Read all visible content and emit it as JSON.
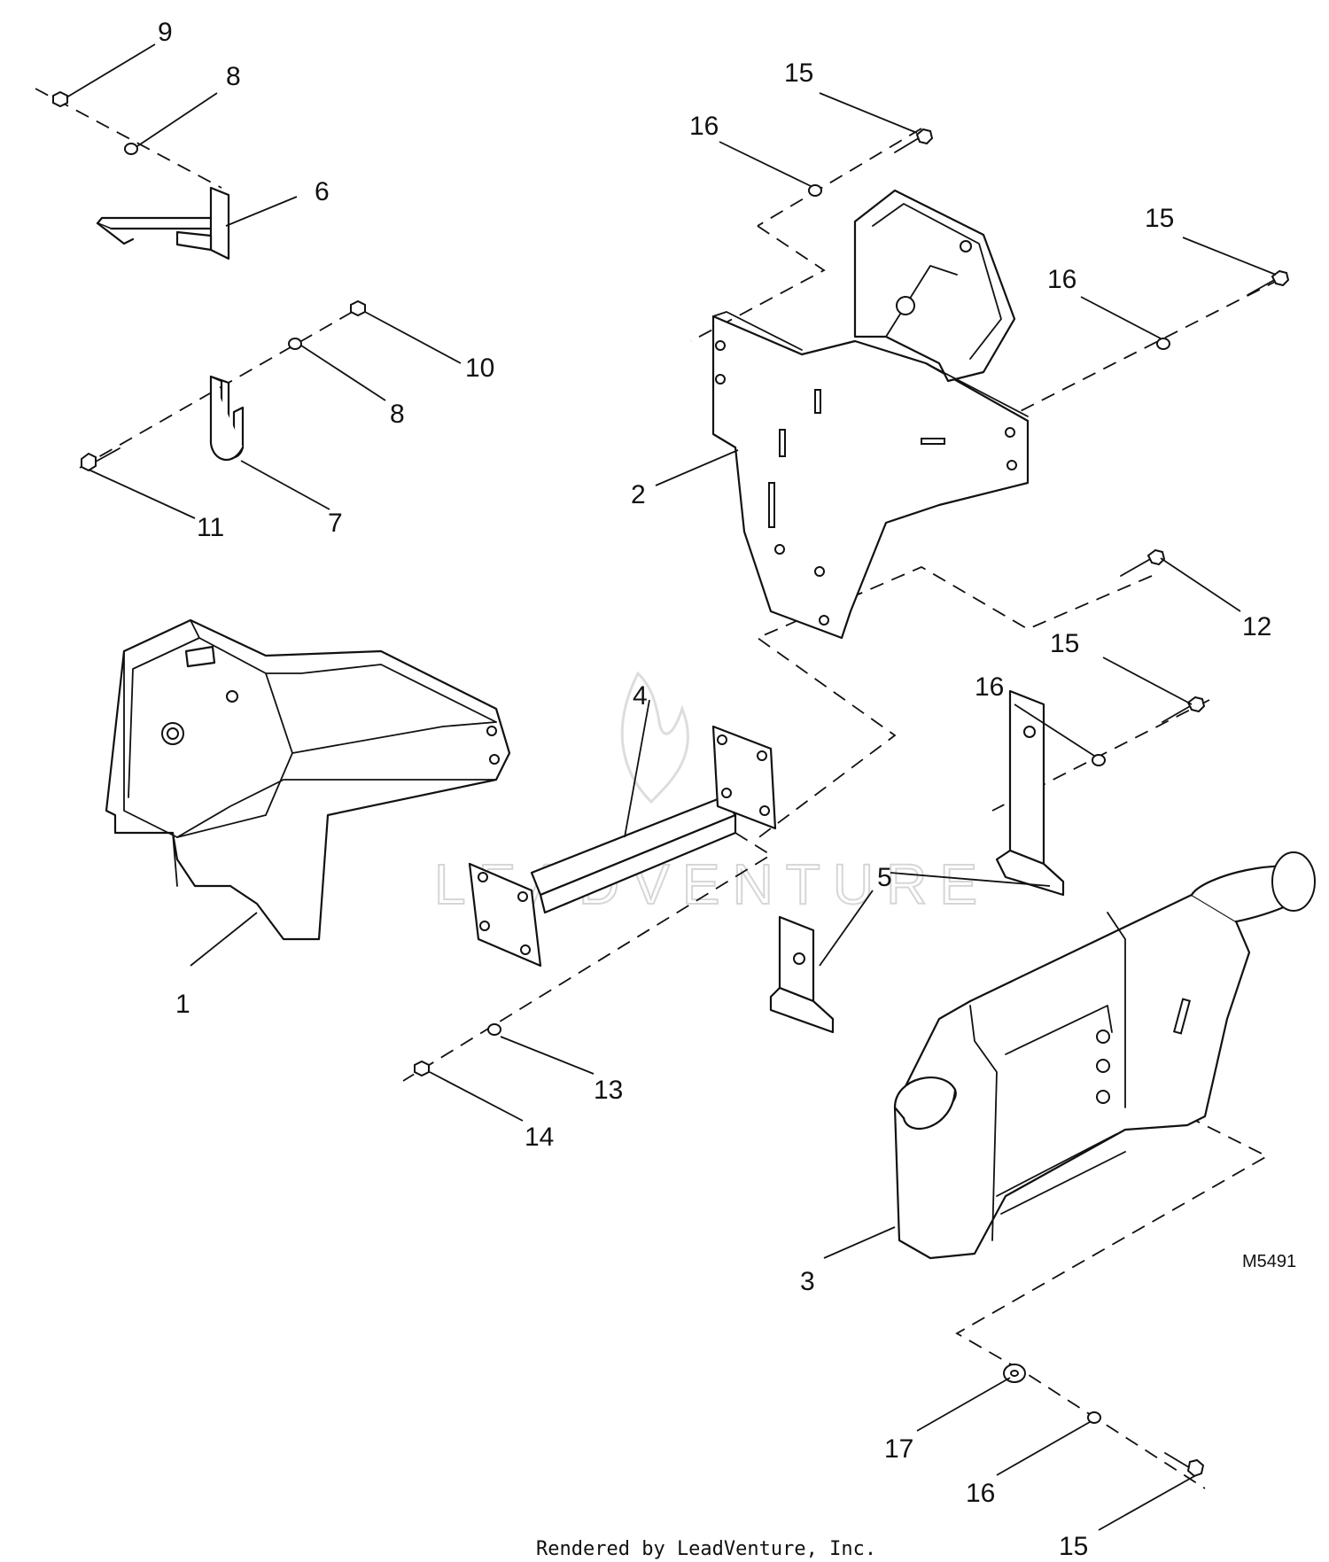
{
  "figure_code": "M5491",
  "credit": "Rendered by LeadVenture, Inc.",
  "watermark": "LEADVENTURE",
  "callouts": [
    {
      "id": "c9a",
      "label": "9"
    },
    {
      "id": "c8a",
      "label": "8"
    },
    {
      "id": "c6",
      "label": "6"
    },
    {
      "id": "c10",
      "label": "10"
    },
    {
      "id": "c8b",
      "label": "8"
    },
    {
      "id": "c11",
      "label": "11"
    },
    {
      "id": "c7",
      "label": "7"
    },
    {
      "id": "c15a",
      "label": "15"
    },
    {
      "id": "c16a",
      "label": "16"
    },
    {
      "id": "c15b",
      "label": "15"
    },
    {
      "id": "c16b",
      "label": "16"
    },
    {
      "id": "c2",
      "label": "2"
    },
    {
      "id": "c12",
      "label": "12"
    },
    {
      "id": "c15c",
      "label": "15"
    },
    {
      "id": "c16c",
      "label": "16"
    },
    {
      "id": "c4",
      "label": "4"
    },
    {
      "id": "c1",
      "label": "1"
    },
    {
      "id": "c5a",
      "label": "5"
    },
    {
      "id": "c13",
      "label": "13"
    },
    {
      "id": "c14",
      "label": "14"
    },
    {
      "id": "c3",
      "label": "3"
    },
    {
      "id": "c17",
      "label": "17"
    },
    {
      "id": "c16d",
      "label": "16"
    },
    {
      "id": "c15d",
      "label": "15"
    }
  ]
}
